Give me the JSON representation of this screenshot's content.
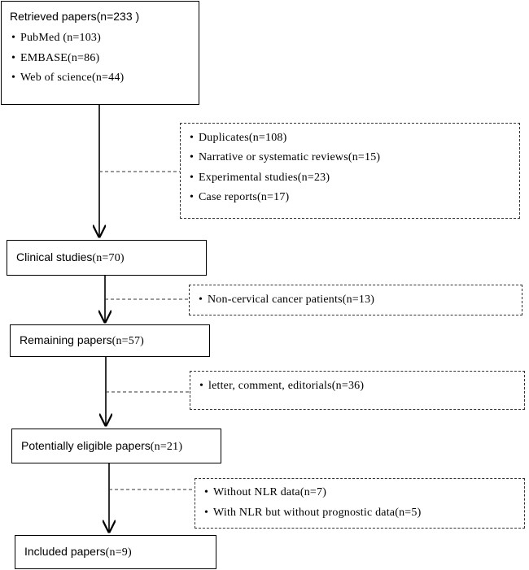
{
  "flow": {
    "retrieved": {
      "title": "Retrieved papers",
      "count": "(n=233 )",
      "items": [
        "PubMed (n=103)",
        "EMBASE(n=86)",
        "Web of science(n=44)"
      ]
    },
    "excluded_1": {
      "items": [
        "Duplicates(n=108)",
        "Narrative or systematic reviews(n=15)",
        "Experimental studies(n=23)",
        "Case reports(n=17)"
      ]
    },
    "clinical": {
      "title": "Clinical studies",
      "count": "(n=70)"
    },
    "excluded_2": {
      "items": [
        "Non-cervical cancer patients(n=13)"
      ]
    },
    "remaining": {
      "title": "Remaining papers",
      "count": "(n=57)"
    },
    "excluded_3": {
      "items": [
        "letter, comment, editorials(n=36)"
      ]
    },
    "eligible": {
      "title": "Potentially eligible papers",
      "count": "(n=21)"
    },
    "excluded_4": {
      "items": [
        "Without NLR data(n=7)",
        "With NLR but without prognostic data(n=5)"
      ]
    },
    "included": {
      "title": "Included papers",
      "count": "(n=9)"
    }
  },
  "bullet_symbol": "•"
}
